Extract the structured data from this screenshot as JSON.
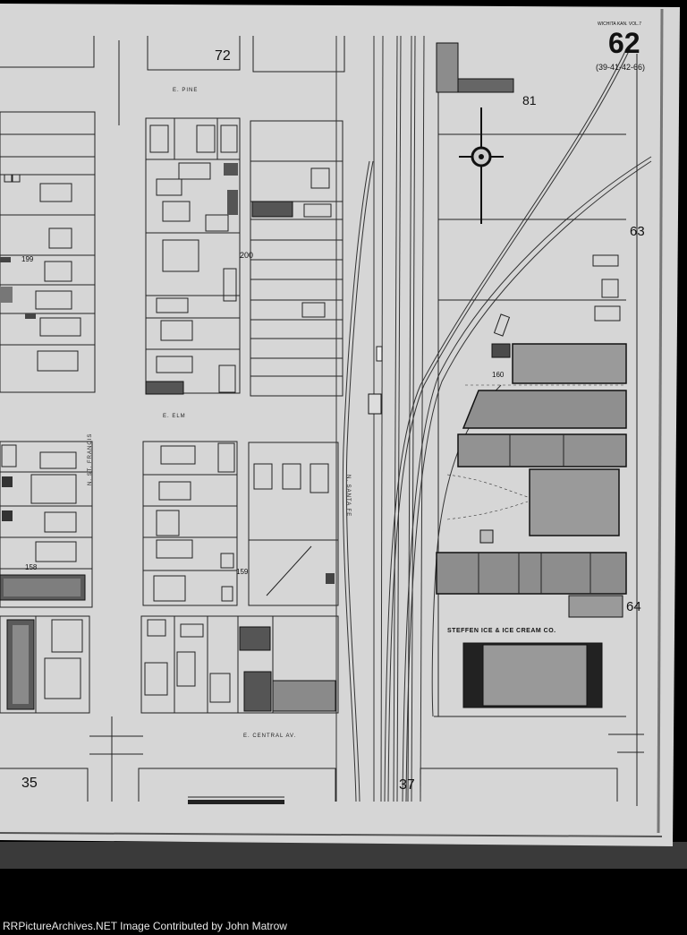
{
  "map": {
    "sheet_number": "62",
    "sheet_ref": "(39-41-42-66)",
    "corner_note": "WICHITA KAN. VOL.7",
    "block_numbers": {
      "b72": "72",
      "b81": "81",
      "b63": "63",
      "b64": "64",
      "b35": "35",
      "b37": "37"
    },
    "address_numbers": {
      "a199": "199",
      "a200": "200",
      "a160": "160",
      "a159": "159",
      "a158": "158"
    },
    "streets": {
      "pine": "E. PINE",
      "elm": "E. ELM",
      "central": "E. CENTRAL AV.",
      "st_francis": "N. ST. FRANCIS",
      "santa_fe": "N. SANTA FE"
    },
    "business": "STEFFEN ICE & ICE CREAM CO."
  },
  "credit": "RRPictureArchives.NET Image Contributed by John Matrow",
  "colors": {
    "paper": "#d5d5d5",
    "ink": "#1a1a1a",
    "building": "#9a9a9a",
    "dark_building": "#555555",
    "background": "#000000"
  },
  "icons": {
    "compass": "north-arrow-icon"
  }
}
